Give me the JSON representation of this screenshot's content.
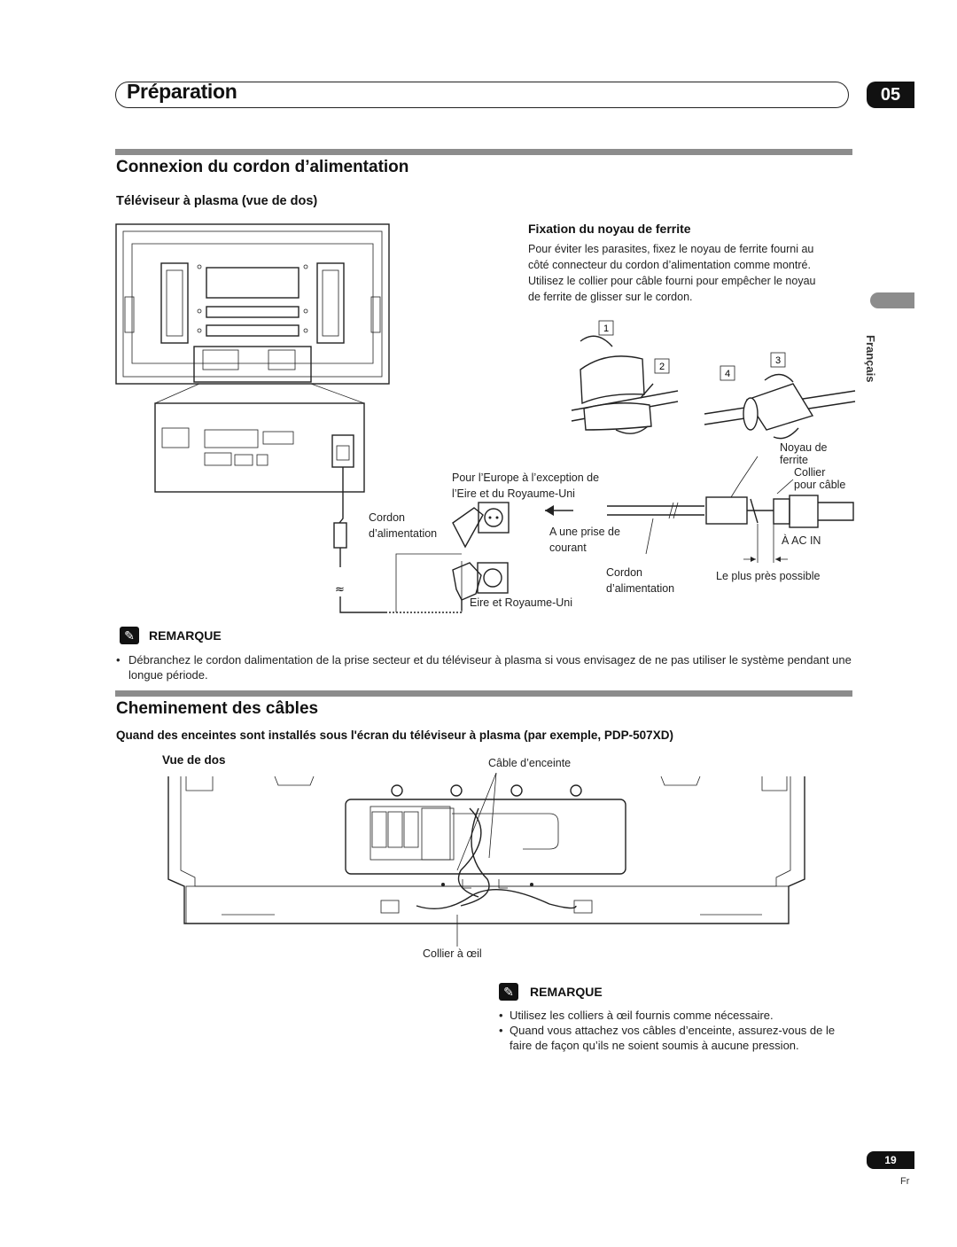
{
  "header": {
    "chapter_title": "Préparation",
    "chapter_number": "05"
  },
  "side_tab": {
    "language": "Français"
  },
  "section1": {
    "title": "Connexion du cordon d’alimentation",
    "subtitle": "Téléviseur à plasma (vue de dos)",
    "ferrite": {
      "title": "Fixation du noyau de ferrite",
      "lines": [
        "Pour éviter les parasites, fixez le noyau de ferrite fourni au",
        "côté connecteur du cordon d’alimentation comme montré.",
        "Utilisez le collier pour câble fourni pour empêcher le noyau",
        "de ferrite de glisser sur le cordon."
      ],
      "steps": [
        "1",
        "2",
        "3",
        "4"
      ]
    },
    "labels": {
      "noyau_de": "Noyau de",
      "ferrite": "ferrite",
      "collier": "Collier",
      "pour_cable": "pour câble",
      "europe_1": "Pour l’Europe à l’exception de",
      "europe_2": "l’Eire et du Royaume-Uni",
      "cordon_1": "Cordon",
      "cordon_2": "d’alimentation",
      "prise_1": "A une prise de",
      "prise_2": "courant",
      "ac_in": "À AC IN",
      "cordon_b1": "Cordon",
      "cordon_b2": "d’alimentation",
      "plus_pres": "Le plus près possible",
      "eire": "Eire et Royaume-Uni"
    },
    "note": {
      "heading": "REMARQUE",
      "items": [
        "Débranchez le cordon dalimentation de la prise secteur et du téléviseur à plasma si vous envisagez de ne pas utiliser le système pendant une longue période."
      ]
    }
  },
  "section2": {
    "title": "Cheminement des câbles",
    "subtitle": "Quand des enceintes sont installés sous l'écran du téléviseur à plasma (par exemple, PDP-507XD)",
    "vue_de_dos": "Vue de dos",
    "cable_label": "Câble d’enceinte",
    "collier_label": "Collier à œil",
    "note": {
      "heading": "REMARQUE",
      "items": [
        "Utilisez les colliers à œil fournis comme nécessaire.",
        "Quand vous attachez vos câbles d’enceinte, assurez-vous de le faire de façon qu’ils ne soient soumis à aucune pression."
      ]
    }
  },
  "footer": {
    "page_number": "19",
    "page_lang": "Fr"
  }
}
